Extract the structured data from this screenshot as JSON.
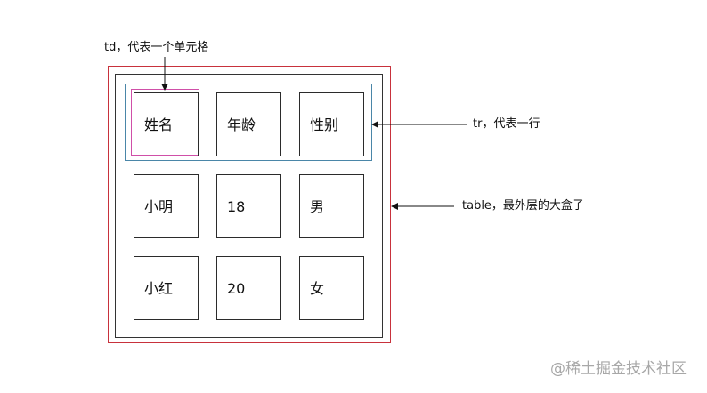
{
  "annotations": {
    "td": "td，代表一个单元格",
    "tr": "tr，代表一行",
    "table": "table，最外层的大盒子"
  },
  "table": {
    "rows": [
      [
        "姓名",
        "年龄",
        "性别"
      ],
      [
        "小明",
        "18",
        "男"
      ],
      [
        "小红",
        "20",
        "女"
      ]
    ]
  },
  "colors": {
    "table_border": "#c8323c",
    "row_border": "#4a86a8",
    "cell_highlight": "#d04fa8"
  },
  "watermark": "@稀土掘金技术社区"
}
